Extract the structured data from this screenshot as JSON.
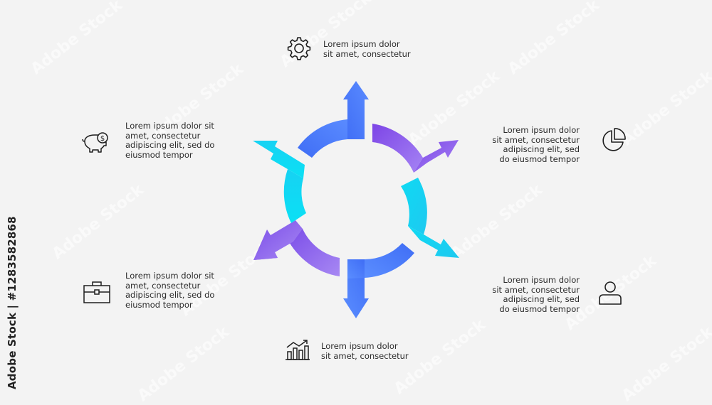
{
  "texts": {
    "top": "Lorem ipsum dolor\nsit amet, consectetur",
    "bottom": "Lorem ipsum dolor\nsit amet, consectetur",
    "left_upper": "Lorem ipsum dolor sit\namet, consectetur\nadipiscing elit, sed do\neiusmod tempor",
    "left_lower": "Lorem ipsum dolor sit\namet, consectetur\nadipiscing elit, sed do\neiusmod tempor",
    "right_upper": "Lorem ipsum dolor\nsit amet, consectetur\nadipiscing elit, sed\ndo eiusmod tempor",
    "right_lower": "Lorem ipsum dolor\nsit amet, consectetur\nadipiscing elit, sed\ndo eiusmod tempor"
  },
  "icons": {
    "top": "gear-icon",
    "bottom": "growth-chart-icon",
    "left_upper": "piggy-bank-icon",
    "left_lower": "briefcase-icon",
    "right_upper": "pie-chart-icon",
    "right_lower": "user-icon"
  },
  "colors": {
    "blue": "#4f7cff",
    "cyan": "#18d5f2",
    "purple": "#8a5ef0",
    "text": "#2b2b2b",
    "background": "#f3f3f3"
  },
  "watermark": {
    "side_text": "Adobe Stock | #1283582868",
    "tile_text": "Adobe Stock"
  }
}
